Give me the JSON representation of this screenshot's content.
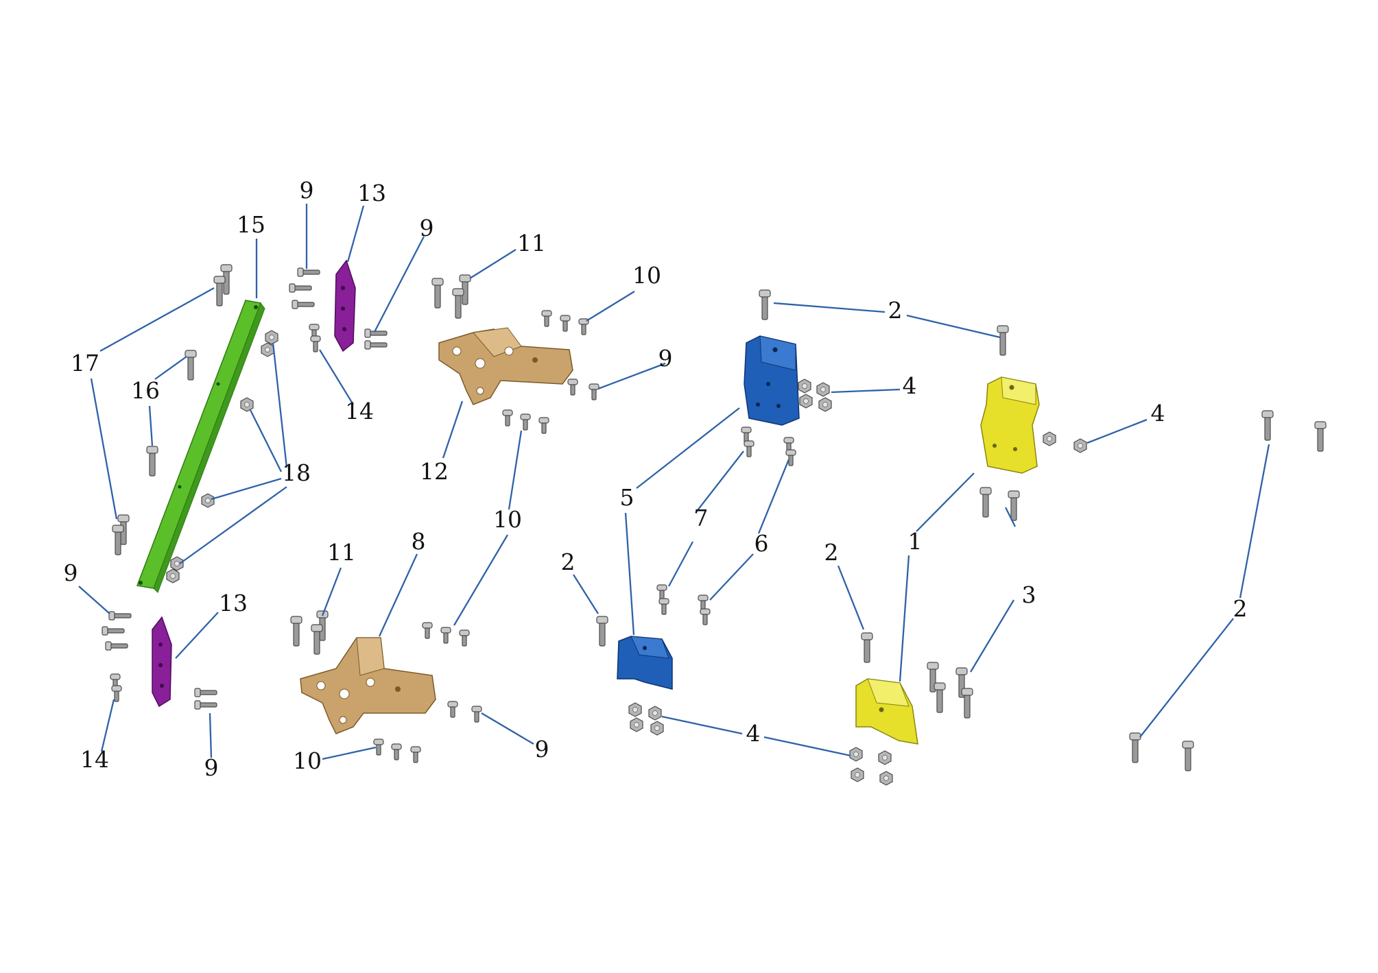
{
  "diagram": {
    "colors": {
      "green_bar": "#5bbf2a",
      "magenta_plate": "#8a1f9a",
      "tan_bracket": "#c9a36b",
      "blue_bracket": "#1f5fb8",
      "yellow_bracket": "#e6e02a",
      "leader": "#2e62a8",
      "fastener": "#9a9a9a"
    },
    "callouts": {
      "c15": "15",
      "c13a": "13",
      "c9a": "9",
      "c9b": "9",
      "c17": "17",
      "c16": "16",
      "c14a": "14",
      "c18": "18",
      "c11a": "11",
      "c10a": "10",
      "c9c": "9",
      "c12": "12",
      "c10b": "10",
      "c2a": "2",
      "c4a": "4",
      "c4b": "4",
      "c5": "5",
      "c7": "7",
      "c6": "6",
      "c2b": "2",
      "c2c": "2",
      "c1": "1",
      "c3": "3",
      "c2d": "2",
      "c9d": "9",
      "c13b": "13",
      "c14b": "14",
      "c9e": "9",
      "c11b": "11",
      "c8": "8",
      "c9f": "9",
      "c10c": "10",
      "c4c": "4"
    }
  }
}
